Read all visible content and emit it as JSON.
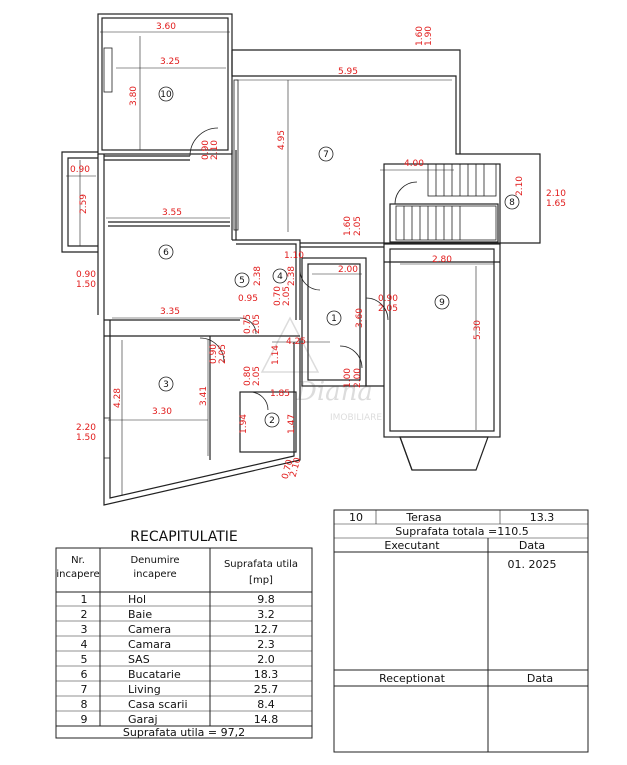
{
  "plan": {
    "dimensions": {
      "d360": "3.60",
      "d325": "3.25",
      "d380": "3.80",
      "d160a": "1.60",
      "d190": "1.90",
      "d595": "5.95",
      "d495": "4.95",
      "d090a": "0.90",
      "d210a": "2.10",
      "d090b": "0.90",
      "d259": "2.59",
      "d355": "3.55",
      "d160b": "1.60",
      "d205a": "2.05",
      "d400": "4.00",
      "d210b": "2.10",
      "d210c": "2.10",
      "d165": "1.65",
      "d090c": "0.90",
      "d150a": "1.50",
      "d110": "1.10",
      "d238a": "2.38",
      "d238b": "2.38",
      "d200": "2.00",
      "d280": "2.80",
      "d095": "0.95",
      "d070a": "0.70",
      "d205b": "2.05",
      "d090d": "0.90",
      "d205c": "2.05",
      "d335": "3.35",
      "d075": "0.75",
      "d205d": "2.05",
      "d360b": "3.60",
      "d530": "5.30",
      "d425": "4.25",
      "d114": "1.14",
      "d090e": "0.90",
      "d205e": "2.05",
      "d100": "1.00",
      "d200b": "2.00",
      "d428": "4.28",
      "d341": "3.41",
      "d080": "0.80",
      "d205f": "2.05",
      "d330": "3.30",
      "d185": "1.85",
      "d194": "1.94",
      "d147": "1.47",
      "d220": "2.20",
      "d150b": "1.50",
      "d070b": "0.70",
      "d210d": "2.10"
    },
    "rooms": [
      "10",
      "7",
      "8",
      "6",
      "5",
      "4",
      "1",
      "9",
      "3",
      "2"
    ],
    "watermark": {
      "brand": "Diana",
      "sub": "IMOBILIARE"
    }
  },
  "recap": {
    "title": "RECAPITULATIE",
    "headers": {
      "nr": [
        "Nr.",
        "incapere"
      ],
      "name": [
        "Denumire",
        "incapere"
      ],
      "area": [
        "Suprafata utila",
        "[mp]"
      ]
    },
    "rows": [
      {
        "nr": "1",
        "name": "Hol",
        "area": "9.8"
      },
      {
        "nr": "2",
        "name": "Baie",
        "area": "3.2"
      },
      {
        "nr": "3",
        "name": "Camera",
        "area": "12.7"
      },
      {
        "nr": "4",
        "name": "Camara",
        "area": "2.3"
      },
      {
        "nr": "5",
        "name": "SAS",
        "area": "2.0"
      },
      {
        "nr": "6",
        "name": "Bucatarie",
        "area": "18.3"
      },
      {
        "nr": "7",
        "name": "Living",
        "area": "25.7"
      },
      {
        "nr": "8",
        "name": "Casa scarii",
        "area": "8.4"
      },
      {
        "nr": "9",
        "name": "Garaj",
        "area": "14.8"
      }
    ],
    "total": "Suprafata utila = 97,2"
  },
  "info": {
    "terrace": {
      "nr": "10",
      "name": "Terasa",
      "area": "13.3"
    },
    "total": "Suprafata totala =110.5",
    "executant_label": "Executant",
    "date_label": "Data",
    "date_value": "01. 2025",
    "receptionat_label": "Receptionat",
    "date_label2": "Data"
  }
}
